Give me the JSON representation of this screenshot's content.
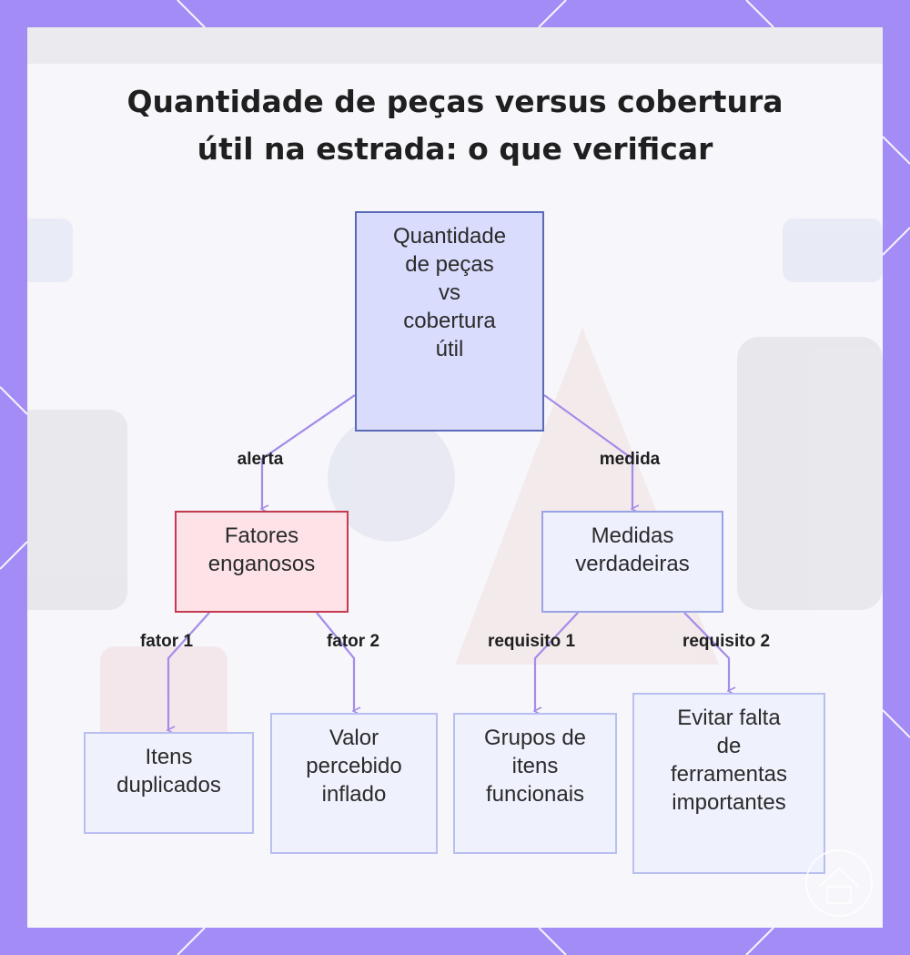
{
  "title": {
    "line1": "Quantidade de peças versus cobertura",
    "line2": "útil na estrada: o que verificar"
  },
  "nodes": {
    "root": "Quantidade\nde peças\nvs\ncobertura\nútil",
    "misleading": "Fatores\nenganosos",
    "true_measures": "Medidas\nverdadeiras",
    "duplicated": "Itens\nduplicados",
    "inflated": "Valor\npercebido\ninflado",
    "functional": "Grupos de\nitens\nfuncionais",
    "tools": "Evitar falta\nde\nferramentas\nimportantes"
  },
  "edge_labels": {
    "alert": "alerta",
    "measure": "medida",
    "factor1": "fator 1",
    "factor2": "fator 2",
    "req1": "requisito 1",
    "req2": "requisito 2"
  },
  "colors": {
    "frame": "#a38cf5",
    "panel": "#f7f6fb",
    "edge": "#a48ce8",
    "root_fill": "#d9dcfc",
    "root_border": "#5a6ab8",
    "misleading_fill": "#fde3e8",
    "misleading_border": "#c63a4f",
    "measures_fill": "#eef0fd",
    "measures_border": "#9aa3e4",
    "leaf_fill": "#eff1fd",
    "leaf_border": "#b9bff0"
  },
  "icons": {
    "logo": "house-logo-icon"
  }
}
